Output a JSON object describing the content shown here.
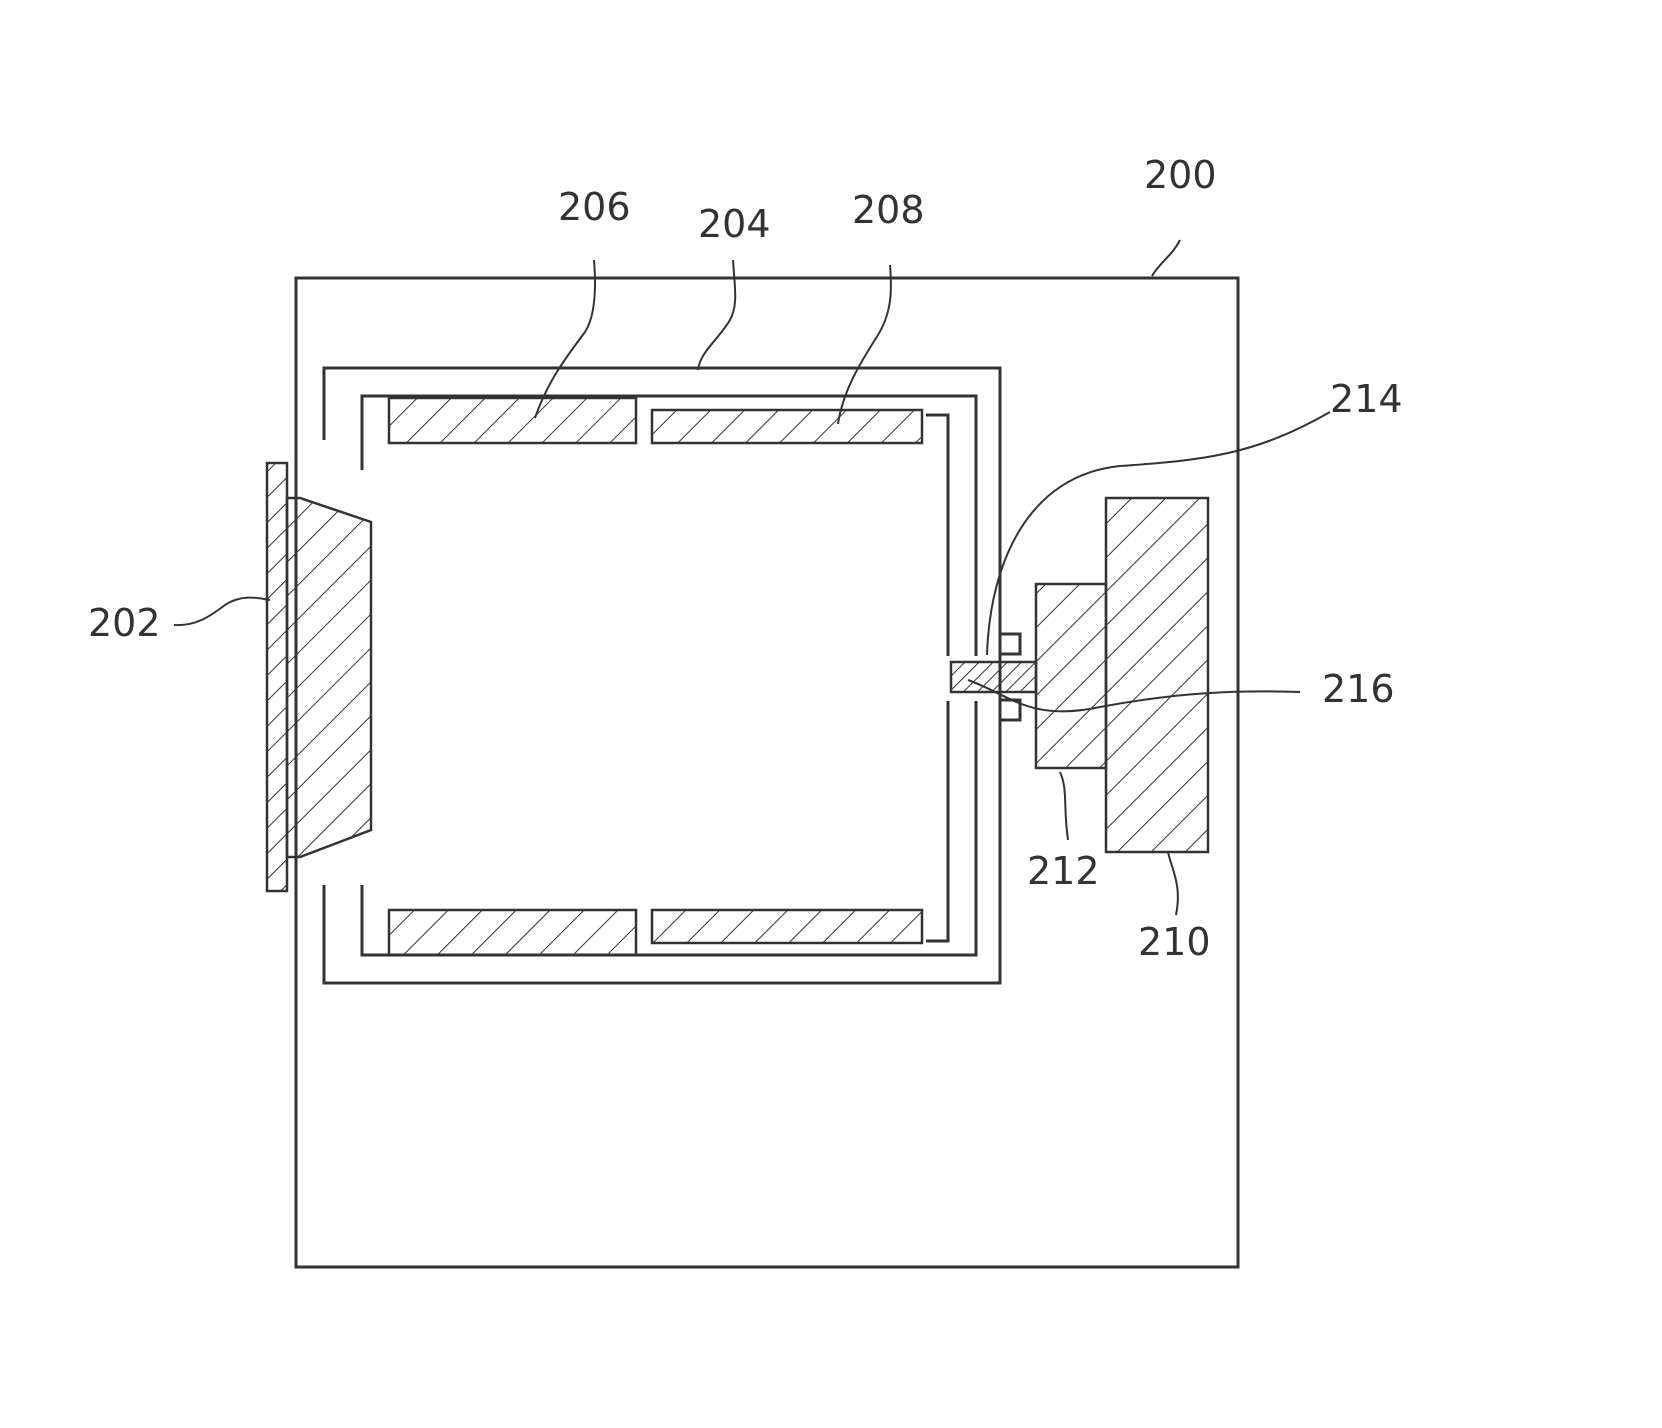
{
  "labels": {
    "l200": "200",
    "l202": "202",
    "l204": "204",
    "l206": "206",
    "l208": "208",
    "l210": "210",
    "l212": "212",
    "l214": "214",
    "l216": "216"
  }
}
